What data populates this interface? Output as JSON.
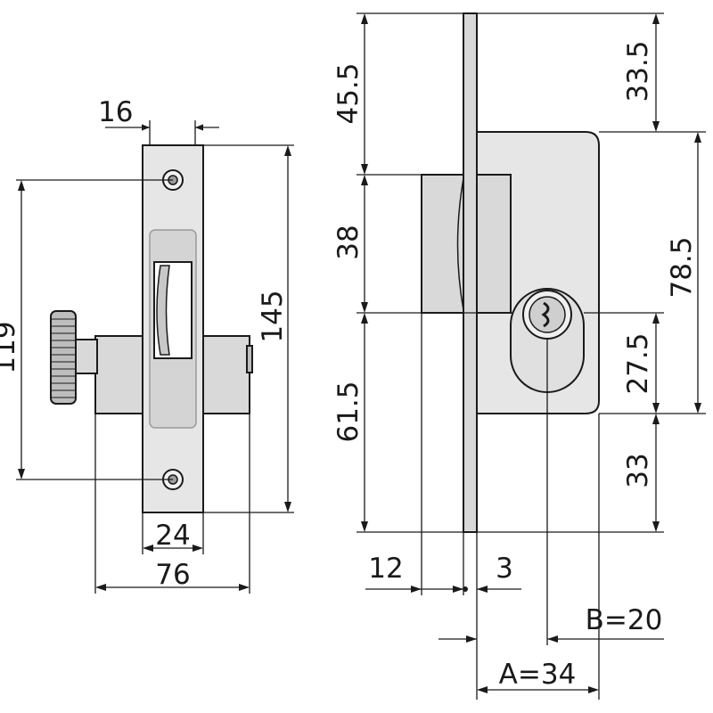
{
  "front_view": {
    "dim_faceplate_width": "16",
    "dim_screw_spacing": "119",
    "dim_faceplate_height": "145",
    "dim_case_width": "24",
    "dim_overall_width": "76"
  },
  "side_view": {
    "dim_top": "45.5",
    "dim_bolt_height": "38",
    "dim_bottom": "61.5",
    "dim_top_right": "33.5",
    "dim_case_height": "78.5",
    "dim_key_to_case": "27.5",
    "dim_bottom_right": "33",
    "dim_bolt_projection": "12",
    "dim_plate_thickness": "3",
    "dim_b": "B=20",
    "dim_a": "A=34"
  },
  "colors": {
    "line": "#1a1a1a",
    "metal": "#d9d9d9",
    "metal_light": "#e6e6e6",
    "metal_dark": "#bdbdbd"
  }
}
